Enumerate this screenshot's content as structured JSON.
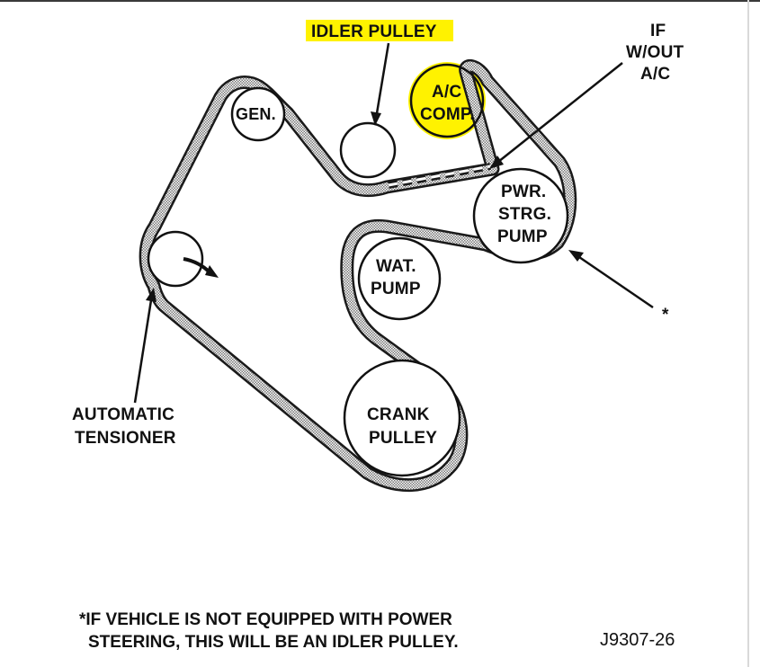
{
  "diagram": {
    "highlight_color": "#fff200",
    "belt_fill_color": "#a8a8a8",
    "labels": {
      "idler_pulley": "IDLER PULLEY",
      "if_wout_ac_line1": "IF",
      "if_wout_ac_line2": "W/OUT",
      "if_wout_ac_line3": "A/C",
      "gen": "GEN.",
      "ac_comp_line1": "A/C",
      "ac_comp_line2": "COMP.",
      "pwr_strg_line1": "PWR.",
      "pwr_strg_line2": "STRG.",
      "pwr_strg_line3": "PUMP",
      "wat_pump_line1": "WAT.",
      "wat_pump_line2": "PUMP",
      "crank_line1": "CRANK",
      "crank_line2": "PULLEY",
      "tensioner_line1": "AUTOMATIC",
      "tensioner_line2": "TENSIONER",
      "asterisk": "*"
    },
    "footnote_line1": "*IF VEHICLE IS NOT EQUIPPED WITH POWER",
    "footnote_line2": "STEERING, THIS WILL BE AN  IDLER PULLEY.",
    "figure_code": "J9307-26"
  }
}
